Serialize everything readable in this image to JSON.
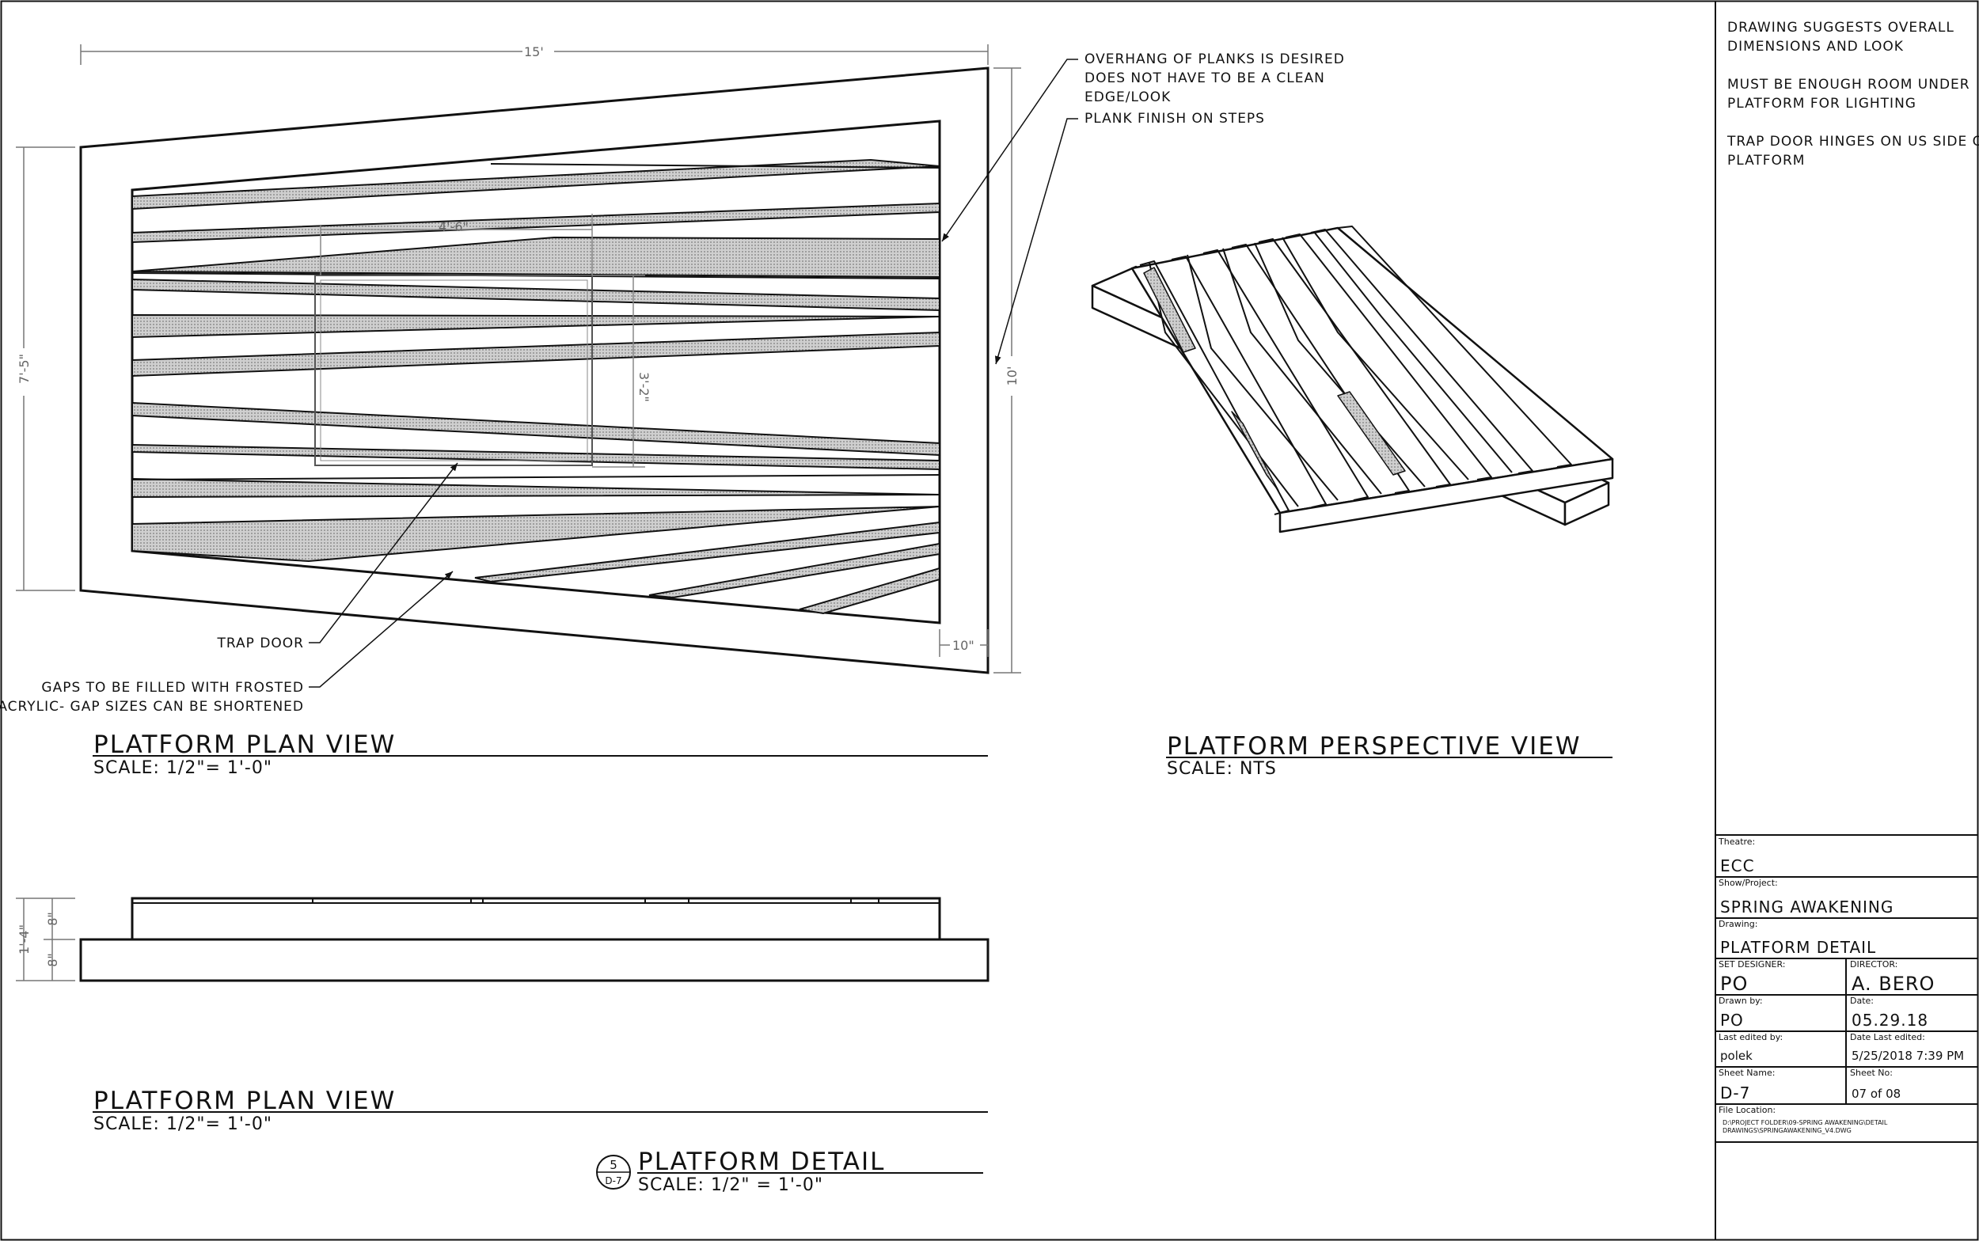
{
  "dimensions": {
    "width_15": "15'",
    "height_7_5": "7'-5\"",
    "depth_10": "10'",
    "offset_10in": "10\"",
    "trap_width": "4'-6\"",
    "trap_depth": "3'-2\"",
    "total_height": "1'-4\"",
    "top_height": "8\"",
    "bottom_height": "8\""
  },
  "callouts": {
    "overhang_line1": "OVERHANG OF PLANKS IS DESIRED",
    "overhang_line2": "DOES NOT HAVE TO BE A CLEAN",
    "overhang_line3": "EDGE/LOOK",
    "plank_finish": "PLANK FINISH ON STEPS",
    "trap_door": "TRAP DOOR",
    "gaps_line1": "GAPS TO BE FILLED WITH FROSTED",
    "gaps_line2": "ACRYLIC- GAP SIZES CAN BE SHORTENED"
  },
  "views": {
    "plan_title": "PLATFORM PLAN VIEW",
    "plan_scale": "SCALE: 1/2\"= 1'-0\"",
    "perspective_title": "PLATFORM PERSPECTIVE VIEW",
    "perspective_scale": "SCALE: NTS",
    "elevation_title": "PLATFORM PLAN VIEW",
    "elevation_scale": "SCALE: 1/2\"= 1'-0\"",
    "detail_number": "5",
    "detail_sheet": "D-7",
    "detail_title": "PLATFORM DETAIL",
    "detail_scale": "SCALE: 1/2\" = 1'-0\""
  },
  "notes": {
    "line1": "DRAWING SUGGESTS OVERALL",
    "line2": "DIMENSIONS AND LOOK",
    "line3": "MUST BE ENOUGH ROOM UNDER",
    "line4": "PLATFORM FOR LIGHTING",
    "line5": "TRAP DOOR HINGES ON US SIDE OF",
    "line6": "PLATFORM"
  },
  "title_block": {
    "theatre_label": "Theatre:",
    "theatre": "ECC",
    "show_label": "Show/Project:",
    "show": "SPRING AWAKENING",
    "drawing_label": "Drawing:",
    "drawing": "PLATFORM DETAIL",
    "set_designer_label": "SET DESIGNER:",
    "set_designer": "PO",
    "director_label": "DIRECTOR:",
    "director": "A. BERO",
    "drawn_by_label": "Drawn by:",
    "drawn_by": "PO",
    "date_label": "Date:",
    "date": "05.29.18",
    "last_edited_by_label": "Last edited by:",
    "last_edited_by": "polek",
    "date_last_edited_label": "Date Last edited:",
    "date_last_edited": "5/25/2018 7:39 PM",
    "sheet_name_label": "Sheet Name:",
    "sheet_name": "D-7",
    "sheet_no_label": "Sheet No:",
    "sheet_no": "07 of 08",
    "file_location_label": "File Location:",
    "file_location_1": "D:\\PROJECT FOLDER\\09-SPRING AWAKENING\\DETAIL",
    "file_location_2": "DRAWINGS\\SPRINGAWAKENING_V4.DWG"
  },
  "colors": {
    "line": "#111111",
    "dimension": "#777777",
    "gap_fill": "#b8b8b8"
  }
}
